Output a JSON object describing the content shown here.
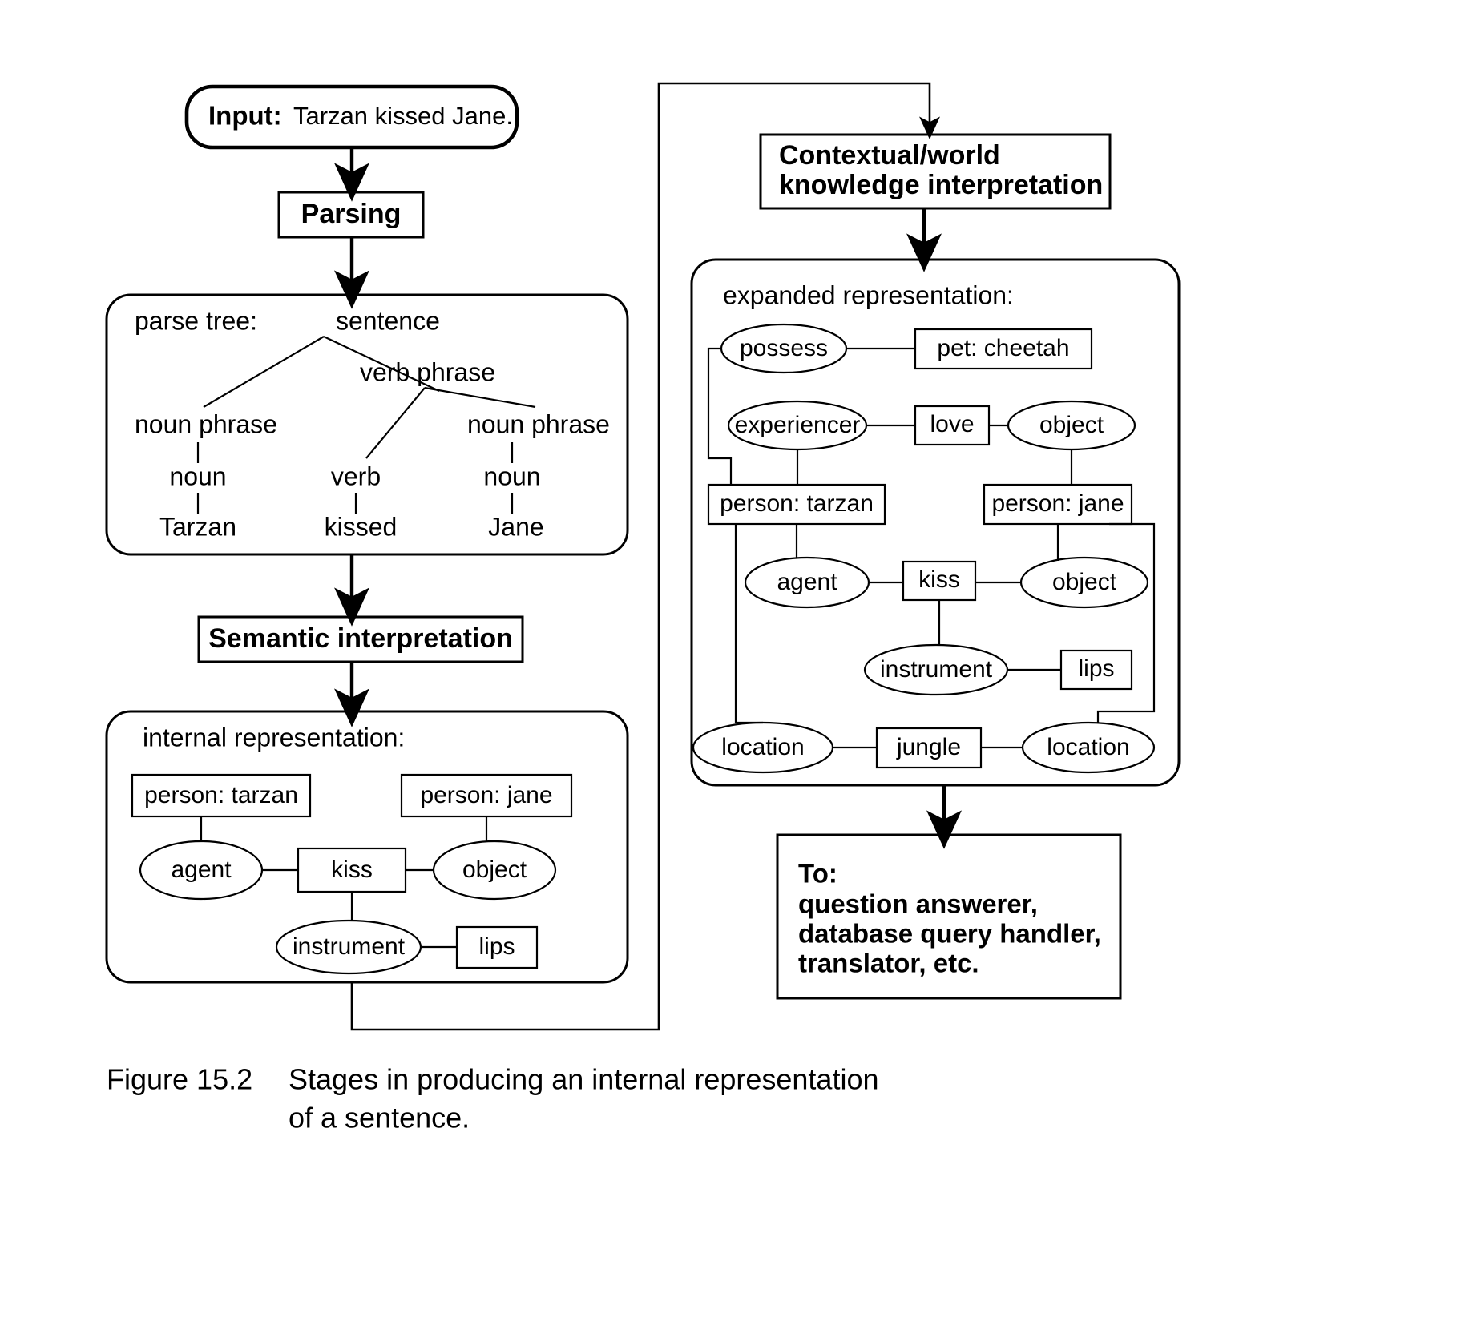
{
  "figure": {
    "number": "Figure 15.2",
    "caption_line1": "Stages in producing an internal representation",
    "caption_line2": "of a sentence."
  },
  "input_box": {
    "label": "Input:",
    "sentence": "Tarzan kissed Jane."
  },
  "stages": {
    "parsing": "Parsing",
    "semantic_interpretation": "Semantic interpretation",
    "contextual_line1": "Contextual/world",
    "contextual_line2": "knowledge interpretation"
  },
  "parse_tree": {
    "title": "parse tree:",
    "nodes": {
      "sentence": "sentence",
      "verb_phrase": "verb phrase",
      "noun_phrase_left": "noun phrase",
      "noun_phrase_right": "noun phrase",
      "noun_left": "noun",
      "verb": "verb",
      "noun_right": "noun",
      "word_left": "Tarzan",
      "word_mid": "kissed",
      "word_right": "Jane"
    }
  },
  "internal_representation": {
    "title": "internal representation:",
    "nodes": {
      "person_tarzan": "person: tarzan",
      "person_jane": "person: jane",
      "agent": "agent",
      "kiss": "kiss",
      "object": "object",
      "instrument": "instrument",
      "lips": "lips"
    }
  },
  "expanded_representation": {
    "title": "expanded representation:",
    "nodes": {
      "possess": "possess",
      "pet_cheetah": "pet: cheetah",
      "experiencer": "experiencer",
      "love": "love",
      "object_love": "object",
      "person_tarzan": "person: tarzan",
      "person_jane": "person: jane",
      "agent": "agent",
      "kiss": "kiss",
      "object_kiss": "object",
      "instrument": "instrument",
      "lips": "lips",
      "location_left": "location",
      "jungle": "jungle",
      "location_right": "location"
    }
  },
  "output_box": {
    "line1": "To:",
    "line2": "question answerer,",
    "line3": "database query handler,",
    "line4": "translator, etc."
  },
  "colors": {
    "stroke": "#000000",
    "background": "#ffffff"
  }
}
